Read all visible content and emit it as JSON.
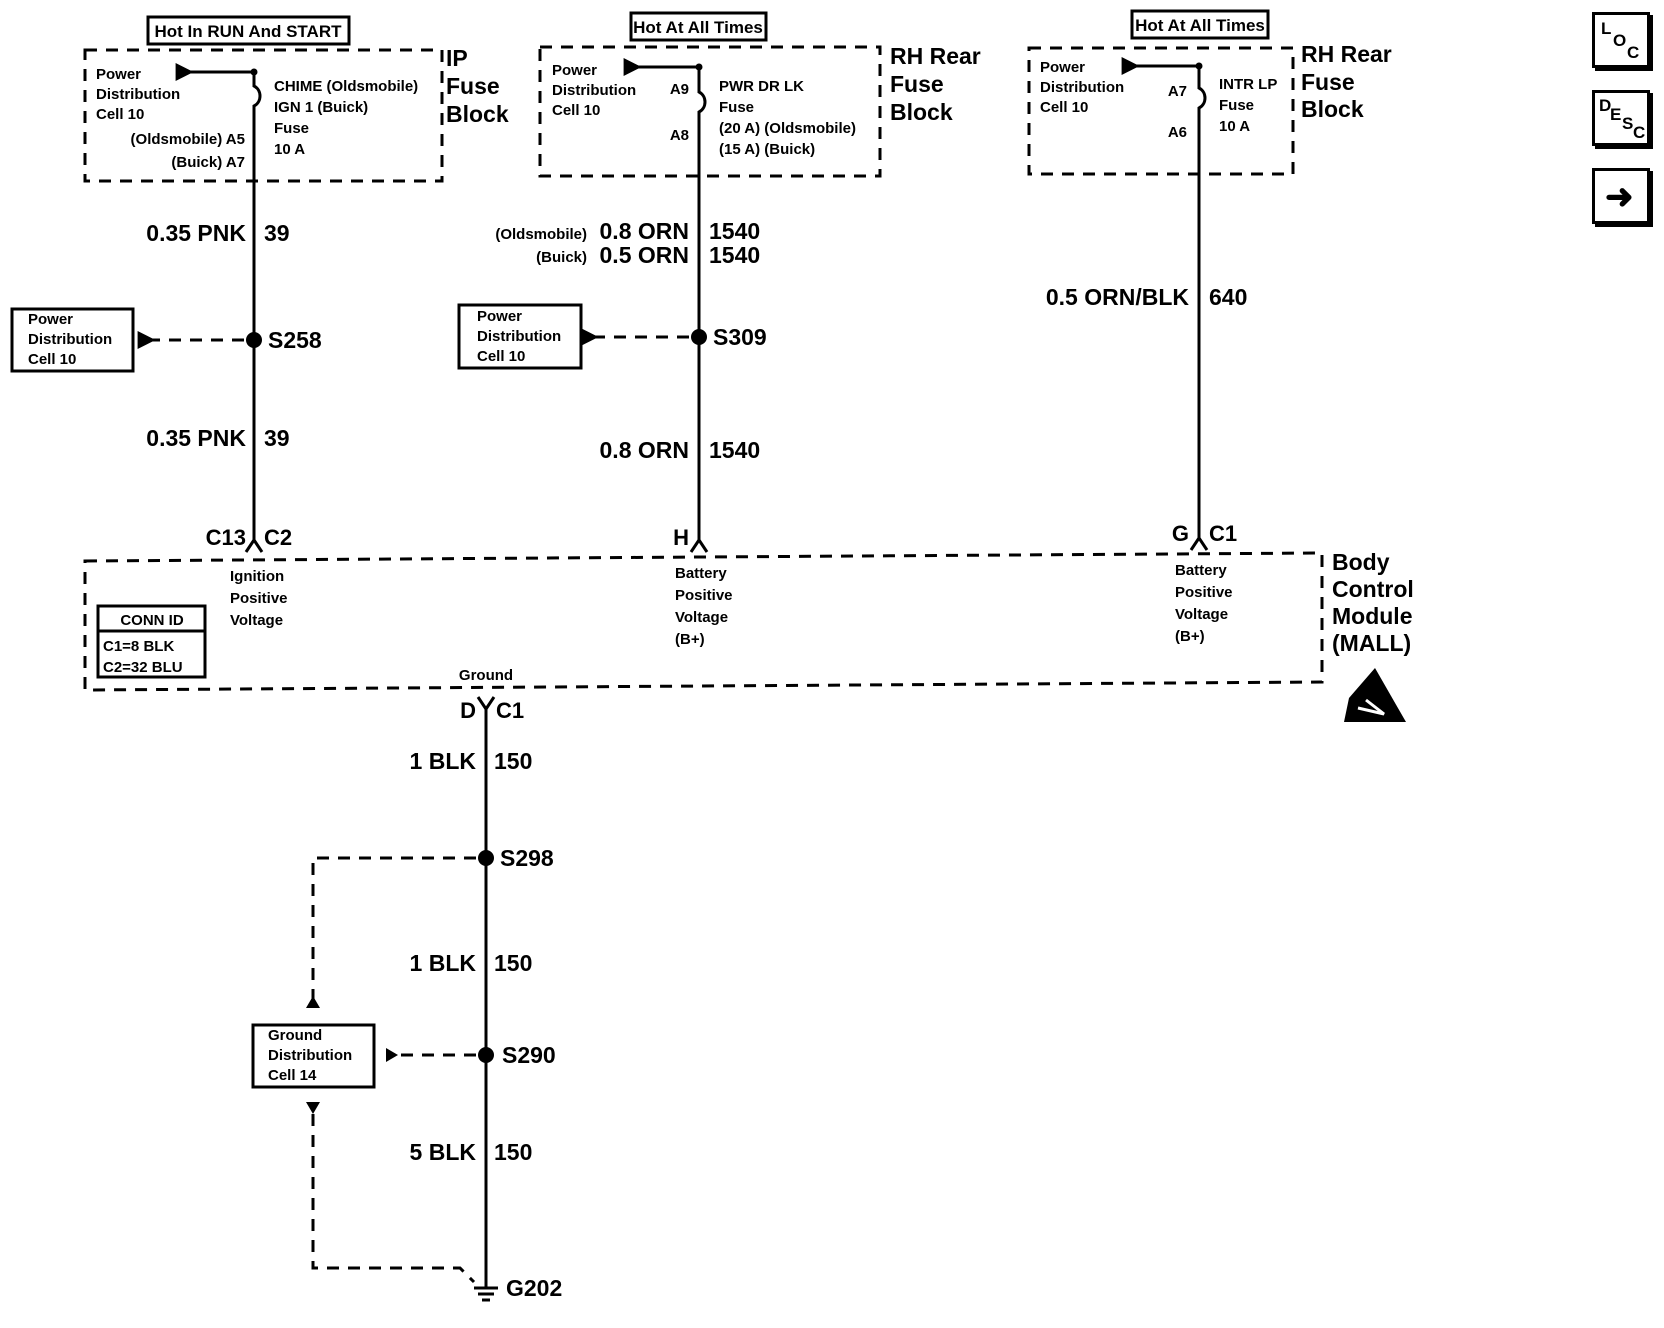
{
  "sources": {
    "left": {
      "hot_label": "Hot In RUN And START",
      "block_label": [
        "IP",
        "Fuse",
        "Block"
      ],
      "pd_lines": [
        "Power",
        "Distribution",
        "Cell 10"
      ],
      "fuse_lines": [
        "CHIME (Oldsmobile)",
        "IGN 1    (Buick)",
        "Fuse",
        "10 A"
      ],
      "pin_oldsmobile": "(Oldsmobile) A5",
      "pin_buick": "(Buick) A7"
    },
    "middle": {
      "hot_label": "Hot At All Times",
      "block_label": [
        "RH Rear",
        "Fuse",
        "Block"
      ],
      "pd_lines": [
        "Power",
        "Distribution",
        "Cell 10"
      ],
      "fuse_lines": [
        "PWR DR LK",
        "Fuse",
        "(20 A) (Oldsmobile)",
        "(15 A) (Buick)"
      ],
      "pin_top": "A9",
      "pin_bottom": "A8"
    },
    "right": {
      "hot_label": "Hot At All Times",
      "block_label": [
        "RH Rear",
        "Fuse",
        "Block"
      ],
      "pd_lines": [
        "Power",
        "Distribution",
        "Cell 10"
      ],
      "fuse_lines": [
        "INTR LP",
        "Fuse",
        "10 A"
      ],
      "pin_top": "A7",
      "pin_bottom": "A6"
    }
  },
  "wires": {
    "left_top": {
      "color": "0.35 PNK",
      "circuit": "39"
    },
    "left_bottom": {
      "color": "0.35 PNK",
      "circuit": "39"
    },
    "mid_top_olds_note": "(Oldsmobile)",
    "mid_top_olds": {
      "color": "0.8 ORN",
      "circuit": "1540"
    },
    "mid_top_buick_note": "(Buick)",
    "mid_top_buick": {
      "color": "0.5 ORN",
      "circuit": "1540"
    },
    "mid_bottom": {
      "color": "0.8 ORN",
      "circuit": "1540"
    },
    "right": {
      "color": "0.5 ORN/BLK",
      "circuit": "640"
    },
    "ground_1": {
      "color": "1 BLK",
      "circuit": "150"
    },
    "ground_2": {
      "color": "1 BLK",
      "circuit": "150"
    },
    "ground_3": {
      "color": "5 BLK",
      "circuit": "150"
    }
  },
  "splices": {
    "s258": "S258",
    "s309": "S309",
    "s298": "S298",
    "s290": "S290",
    "ground": "G202"
  },
  "pd_boxes": {
    "left": [
      "Power",
      "Distribution",
      "Cell 10"
    ],
    "middle": [
      "Power",
      "Distribution",
      "Cell 10"
    ],
    "ground": [
      "Ground",
      "Distribution",
      "Cell 14"
    ]
  },
  "connectors": {
    "left_pin": "C13",
    "left_conn": "C2",
    "mid_pin": "H",
    "right_pin": "G",
    "right_conn": "C1",
    "ground_pin": "D",
    "ground_conn": "C1"
  },
  "bcm": {
    "label": [
      "Body",
      "Control",
      "Module",
      "(MALL)"
    ],
    "ign_lines": [
      "Ignition",
      "Positive",
      "Voltage"
    ],
    "bat1_lines": [
      "Battery",
      "Positive",
      "Voltage",
      "(B+)"
    ],
    "bat2_lines": [
      "Battery",
      "Positive",
      "Voltage",
      "(B+)"
    ],
    "ground_label": "Ground",
    "conn_id_title": "CONN ID",
    "conn_id_c1": "C1=8 BLK",
    "conn_id_c2": "C2=32 BLU"
  },
  "nav": {
    "loc": [
      "L",
      "O",
      "C"
    ],
    "desc": [
      "D",
      "E",
      "S",
      "C"
    ],
    "next_icon": "arrow-right-icon"
  }
}
